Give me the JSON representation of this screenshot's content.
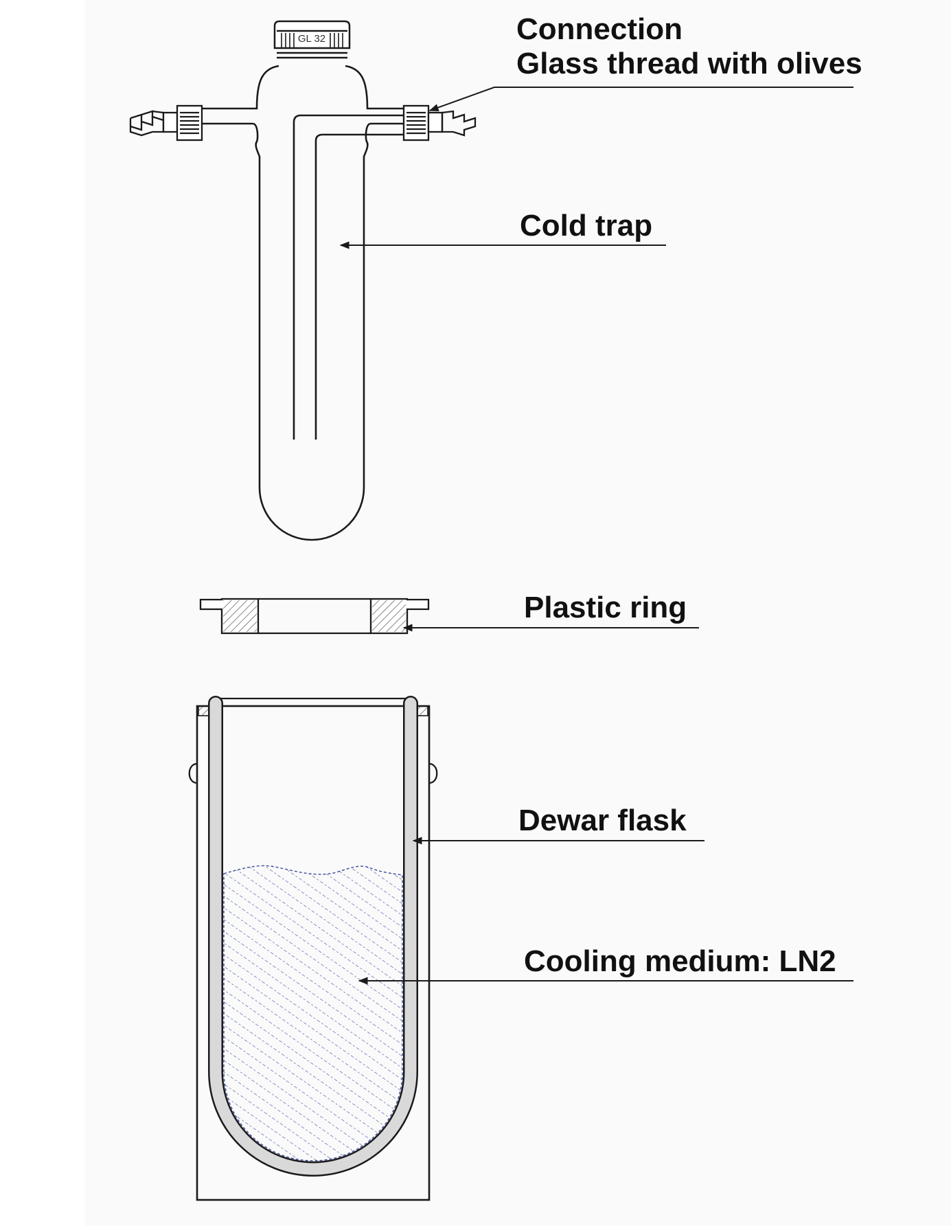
{
  "labels": {
    "connection_line1": "Connection",
    "connection_line2": "Glass thread with olives",
    "cold_trap": "Cold trap",
    "plastic_ring": "Plastic ring",
    "dewar_flask": "Dewar flask",
    "cooling_medium": "Cooling medium: LN2"
  },
  "cap_marking": "GL 32",
  "colors": {
    "line": "#1a1a1a",
    "dewar_wall": "#d9d9d9",
    "ln2_hatch": "#3a4a9a",
    "ring_hatch": "#555555"
  }
}
